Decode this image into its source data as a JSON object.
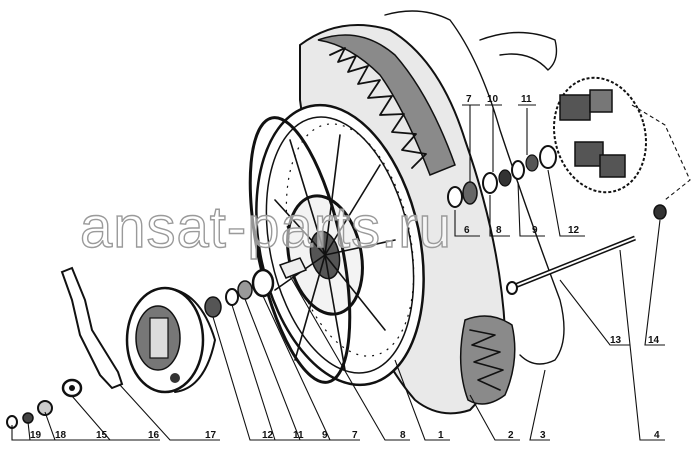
{
  "diagram": {
    "watermark": "ansat-parts.ru",
    "callouts": [
      {
        "id": "c19",
        "label": "19"
      },
      {
        "id": "c18",
        "label": "18"
      },
      {
        "id": "c15",
        "label": "15"
      },
      {
        "id": "c16",
        "label": "16"
      },
      {
        "id": "c17",
        "label": "17"
      },
      {
        "id": "c12a",
        "label": "12"
      },
      {
        "id": "c11a",
        "label": "11"
      },
      {
        "id": "c9a",
        "label": "9"
      },
      {
        "id": "c7a",
        "label": "7"
      },
      {
        "id": "c8a",
        "label": "8"
      },
      {
        "id": "c1",
        "label": "1"
      },
      {
        "id": "c2",
        "label": "2"
      },
      {
        "id": "c3",
        "label": "3"
      },
      {
        "id": "c4",
        "label": "4"
      },
      {
        "id": "c13",
        "label": "13"
      },
      {
        "id": "c14",
        "label": "14"
      },
      {
        "id": "c7b",
        "label": "7"
      },
      {
        "id": "c10",
        "label": "10"
      },
      {
        "id": "c11b",
        "label": "11"
      },
      {
        "id": "c6",
        "label": "6"
      },
      {
        "id": "c8b",
        "label": "8"
      },
      {
        "id": "c9b",
        "label": "9"
      },
      {
        "id": "c12b",
        "label": "12"
      }
    ]
  }
}
